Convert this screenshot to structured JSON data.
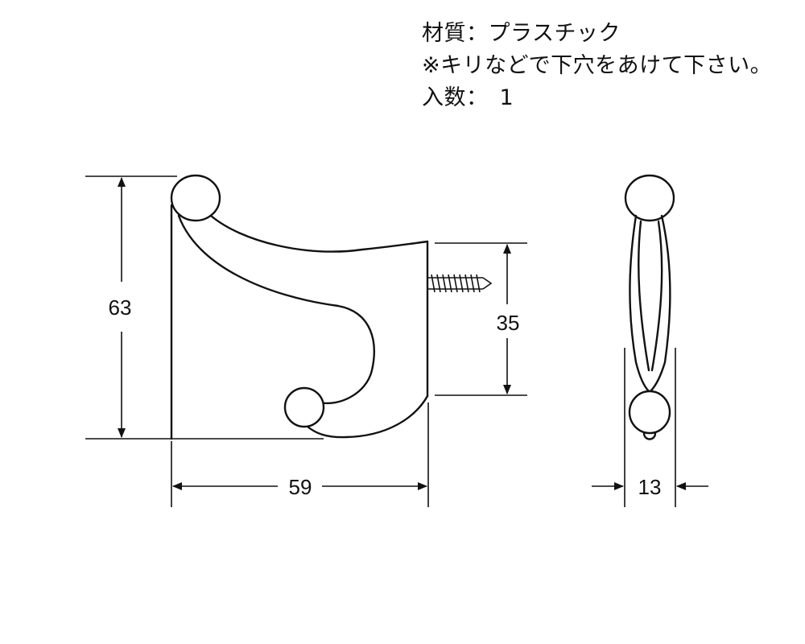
{
  "specs": {
    "material_label": "材質",
    "material_separator": "：",
    "material_value": "プラスチック",
    "note": "※キリなどで下穴をあけて下さい。",
    "quantity_label": "入数",
    "quantity_separator": "：",
    "quantity_value": "1"
  },
  "dimensions": {
    "height_total": "63",
    "width_total": "59",
    "mount_height": "35",
    "depth": "13"
  }
}
